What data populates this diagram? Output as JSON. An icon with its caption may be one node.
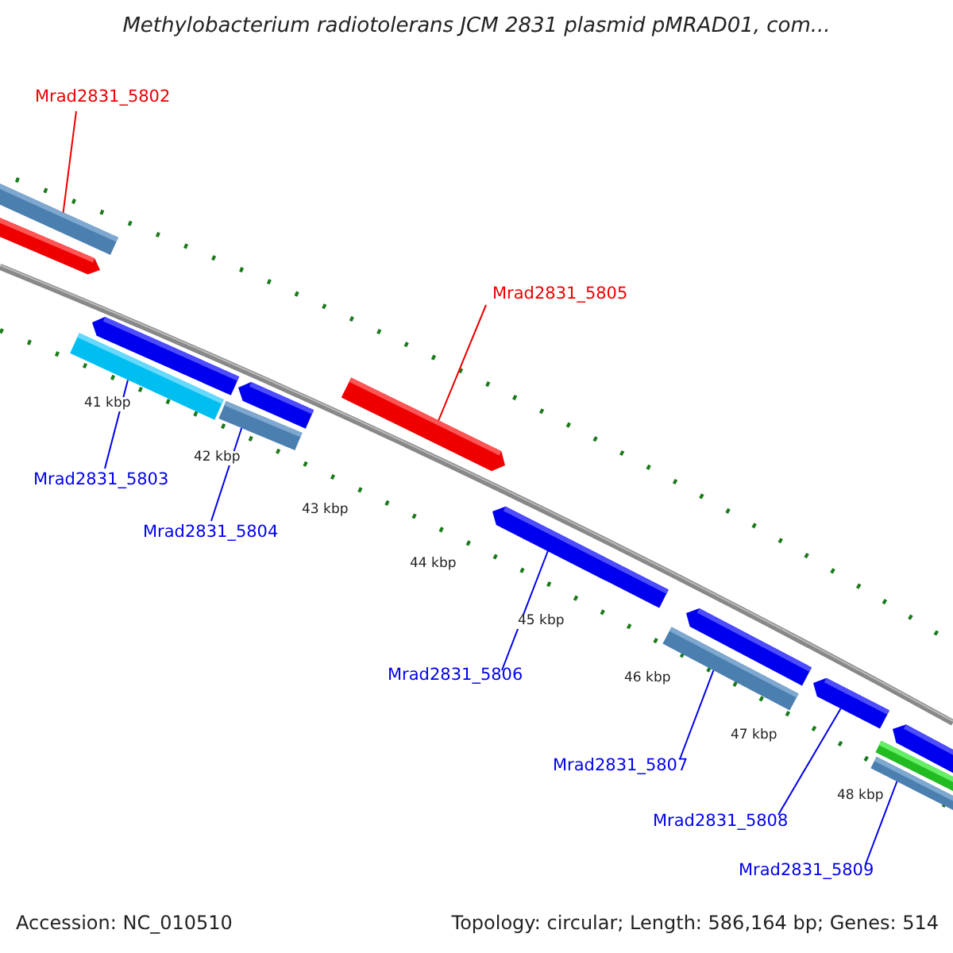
{
  "diagram": {
    "title": "Methylobacterium radiotolerans JCM 2831 plasmid pMRAD01, com...",
    "nodes": [
      {
        "text": [
          "Mrad2831_5802"
        ]
      },
      {
        "text": [
          "Mrad2831_5805"
        ]
      },
      {
        "text": [
          "Mrad2831_5803"
        ]
      },
      {
        "text": [
          "Mrad2831_5804"
        ]
      },
      {
        "text": [
          "Mrad2831_5806"
        ]
      },
      {
        "text": [
          "Mrad2831_5807"
        ]
      },
      {
        "text": [
          "Mrad2831_5808"
        ]
      },
      {
        "text": [
          "Mrad2831_5809"
        ]
      },
      {
        "text": [],
        "shape": "bar"
      },
      {
        "text": [],
        "shape": "arrow"
      },
      {
        "text": [],
        "shape": "arrow"
      },
      {
        "text": [],
        "shape": "bar"
      },
      {
        "text": [],
        "shape": "arrow"
      },
      {
        "text": [],
        "shape": "bar"
      },
      {
        "text": [],
        "shape": "arrow"
      },
      {
        "text": [],
        "shape": "arrow"
      },
      {
        "text": [],
        "shape": "arrow"
      },
      {
        "text": [],
        "shape": "bar"
      },
      {
        "text": [],
        "shape": "arrow"
      },
      {
        "text": [],
        "shape": "arrow"
      },
      {
        "text": [],
        "shape": "bar"
      },
      {
        "text": [],
        "shape": "bar"
      }
    ],
    "edges": [
      {
        "from": 0,
        "to": 8,
        "arrow": "none",
        "color": "#ee0000"
      },
      {
        "from": 1,
        "to": 14,
        "arrow": "none",
        "color": "#ee0000"
      },
      {
        "from": 2,
        "to": 11,
        "arrow": "none"
      },
      {
        "from": 3,
        "to": 13,
        "arrow": "none"
      },
      {
        "from": 4,
        "to": 15,
        "arrow": "none"
      },
      {
        "from": 5,
        "to": 17,
        "arrow": "none"
      },
      {
        "from": 6,
        "to": 18,
        "arrow": "none"
      },
      {
        "from": 7,
        "to": 21,
        "arrow": "none"
      }
    ],
    "labels": [
      "41 kbp",
      "42 kbp",
      "43 kbp",
      "44 kbp",
      "45 kbp",
      "46 kbp",
      "47 kbp",
      "48 kbp",
      "Accession: NC_010510",
      "Topology: circular; Length: 586,164 bp; Genes: 514"
    ]
  }
}
